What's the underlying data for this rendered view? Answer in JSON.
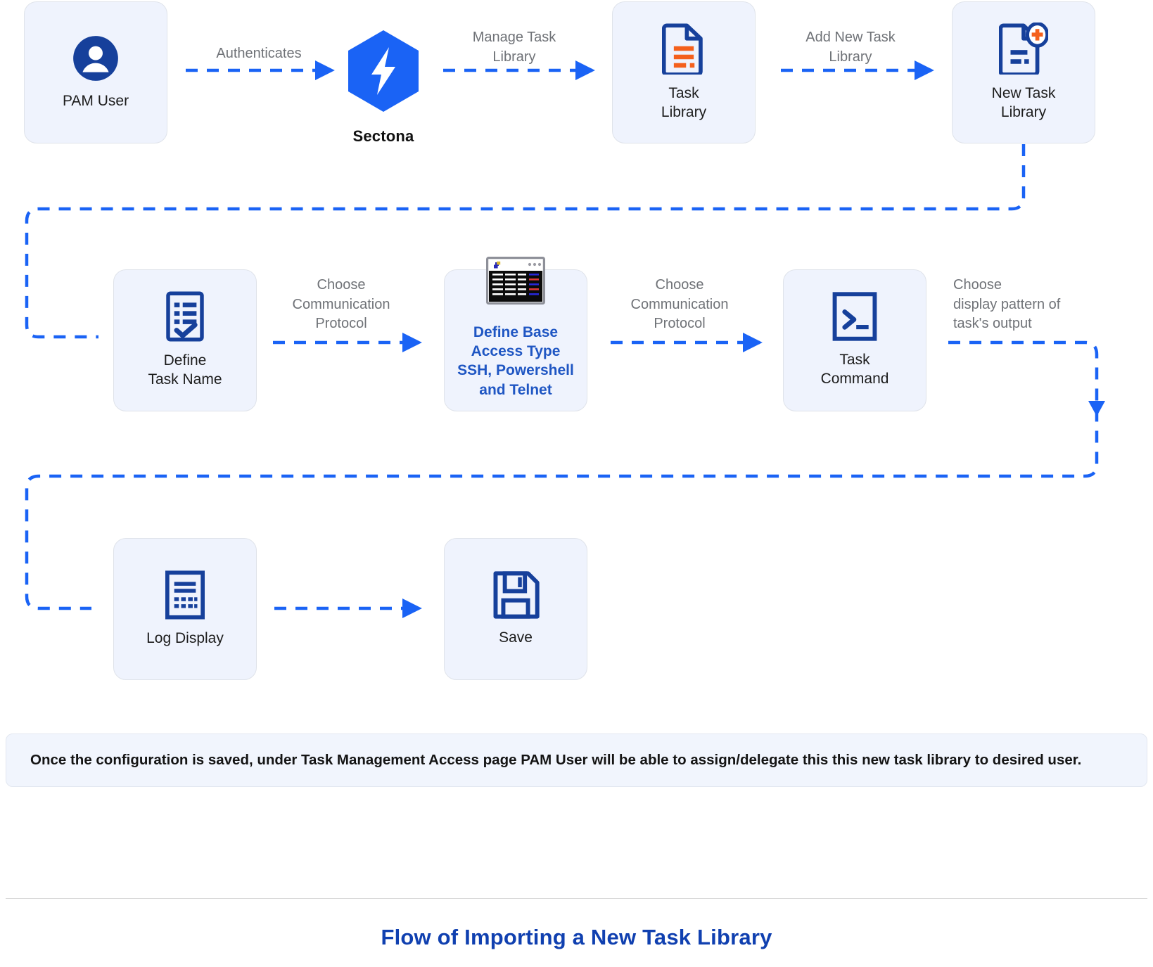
{
  "diagram": {
    "title": "Flow of Importing a New Task Library",
    "note": "Once the configuration is saved, under Task Management Access page PAM User will be able to assign/delegate this this new task library to desired user.",
    "colors": {
      "accent_blue": "#1a63f5",
      "dark_blue": "#16409b",
      "title_blue": "#1040b0",
      "card_bg": "#eff3fd",
      "card_border": "#dfe3ea",
      "label_gray": "#6f7277",
      "orange": "#f4601c",
      "note_bg": "#f1f5fd"
    },
    "nodes": [
      {
        "id": "pam-user",
        "label": "PAM User",
        "icon": "user-avatar-icon"
      },
      {
        "id": "sectona",
        "label": "Sectona",
        "icon": "sectona-hexagon-logo"
      },
      {
        "id": "task-library",
        "label": "Task\nLibrary",
        "icon": "document-list-icon"
      },
      {
        "id": "new-task-library",
        "label": "New Task\nLibrary",
        "icon": "document-add-icon"
      },
      {
        "id": "define-task-name",
        "label": "Define\nTask Name",
        "icon": "checklist-icon"
      },
      {
        "id": "define-base-access-type",
        "label": "Define Base\nAccess Type\nSSH, Powershell\nand Telnet",
        "icon": "terminal-window-icon"
      },
      {
        "id": "task-command",
        "label": "Task\nCommand",
        "icon": "command-prompt-icon"
      },
      {
        "id": "log-display",
        "label": "Log Display",
        "icon": "log-document-icon"
      },
      {
        "id": "save",
        "label": "Save",
        "icon": "floppy-disk-icon"
      }
    ],
    "edges": [
      {
        "id": "e1",
        "from": "pam-user",
        "to": "sectona",
        "label": "Authenticates"
      },
      {
        "id": "e2",
        "from": "sectona",
        "to": "task-library",
        "label": "Manage Task\nLibrary"
      },
      {
        "id": "e3",
        "from": "task-library",
        "to": "new-task-library",
        "label": "Add New Task\nLibrary"
      },
      {
        "id": "e4",
        "from": "new-task-library",
        "to": "define-task-name",
        "label": ""
      },
      {
        "id": "e5",
        "from": "define-task-name",
        "to": "define-base-access-type",
        "label": "Choose\nCommunication\nProtocol"
      },
      {
        "id": "e6",
        "from": "define-base-access-type",
        "to": "task-command",
        "label": "Choose\nCommunication\nProtocol"
      },
      {
        "id": "e7",
        "from": "task-command",
        "to": "log-display",
        "label": "Choose\ndisplay pattern of\ntask's output"
      },
      {
        "id": "e8",
        "from": "log-display",
        "to": "save",
        "label": ""
      }
    ]
  }
}
